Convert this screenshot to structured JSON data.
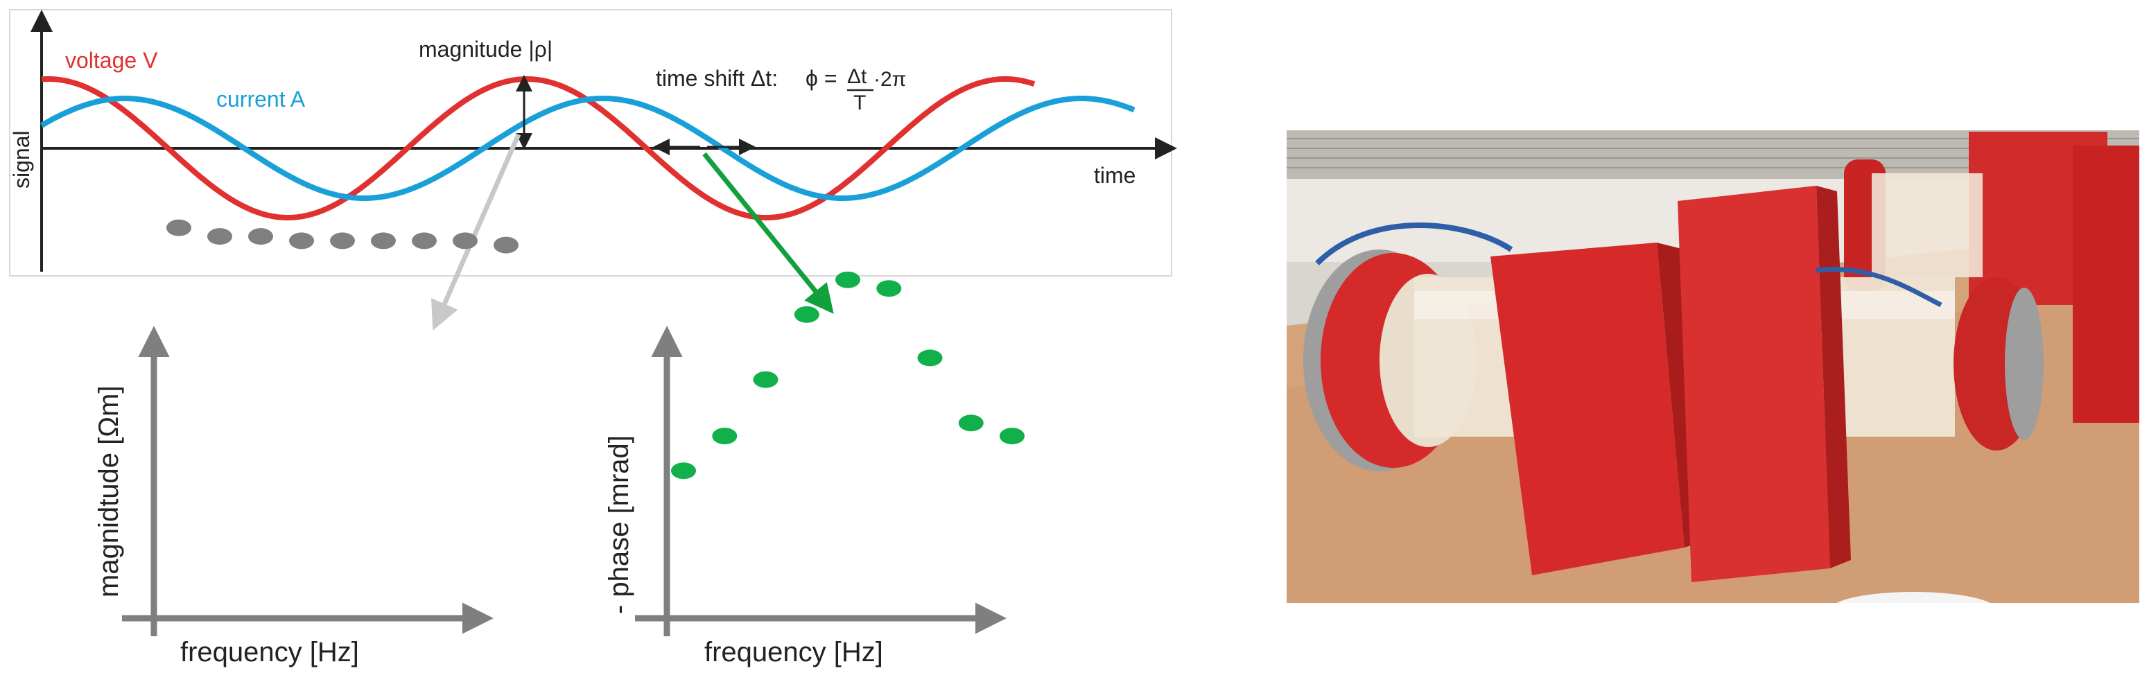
{
  "top_panel": {
    "y_axis_label": "signal",
    "x_axis_label": "time",
    "voltage_label": "voltage V",
    "current_label": "current A",
    "magnitude_label": "magnitude |ρ|",
    "time_shift_label": "time shift Δt:",
    "formula_phi": "ϕ =",
    "formula_numerator": "Δt",
    "formula_denominator": "T",
    "formula_suffix": "·2π",
    "colors": {
      "voltage": "#e03030",
      "current": "#1aa0d8",
      "axis": "#222222",
      "frame": "#cfcfcf"
    }
  },
  "chart_data": [
    {
      "type": "scatter",
      "xlabel": "frequency [Hz]",
      "ylabel": "magnidtude [Ωm]",
      "values": [
        0.9,
        0.88,
        0.88,
        0.87,
        0.87,
        0.87,
        0.87,
        0.87,
        0.86
      ],
      "ylim": [
        0,
        1
      ],
      "color": "#808080"
    },
    {
      "type": "scatter",
      "xlabel": "frequency [Hz]",
      "ylabel": "- phase [mrad]",
      "values": [
        0.34,
        0.42,
        0.55,
        0.7,
        0.78,
        0.76,
        0.6,
        0.45,
        0.42
      ],
      "ylim": [
        0,
        1
      ],
      "color": "#11b04a"
    }
  ],
  "arrow_colors": {
    "magnitude_arrow": "#c8c8c8",
    "phase_arrow": "#11a03c",
    "chart_axis": "#7f7f7f"
  },
  "photo": {
    "description_icon": "lab-sample-holders-photo"
  }
}
